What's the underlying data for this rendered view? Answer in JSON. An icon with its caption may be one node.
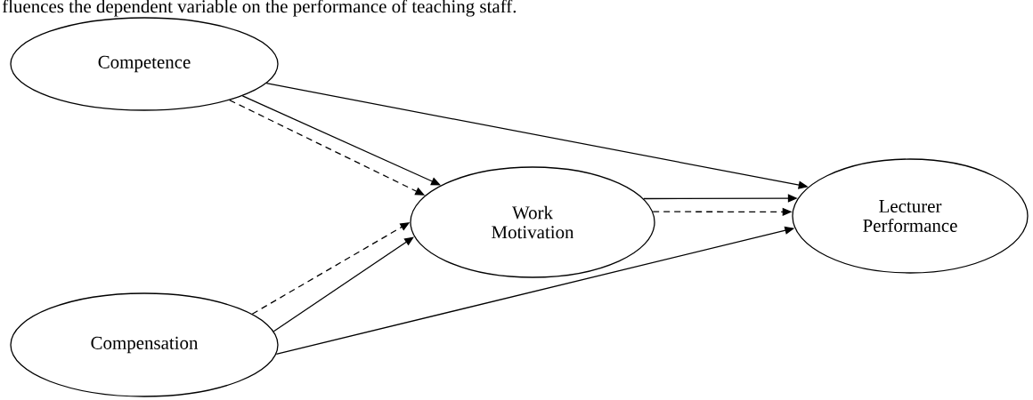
{
  "diagram": {
    "nodes": [
      {
        "text": [
          "Competence"
        ]
      },
      {
        "text": [
          "Work Motivation"
        ]
      },
      {
        "text": [
          "Lecturer Performance"
        ]
      },
      {
        "text": [
          "Compensation"
        ]
      }
    ],
    "edges": [
      {
        "from": 0,
        "to": 1,
        "arrow": "to"
      },
      {
        "from": 0,
        "to": 1,
        "arrow": "to",
        "style": "dashed"
      },
      {
        "from": 0,
        "to": 2,
        "arrow": "to"
      },
      {
        "from": 3,
        "to": 1,
        "arrow": "to",
        "style": "dashed"
      },
      {
        "from": 3,
        "to": 1,
        "arrow": "to"
      },
      {
        "from": 3,
        "to": 2,
        "arrow": "to"
      },
      {
        "from": 1,
        "to": 2,
        "arrow": "to"
      },
      {
        "from": 1,
        "to": 2,
        "arrow": "to",
        "style": "dashed"
      }
    ],
    "labels": [
      "fluences the dependent variable on the performance of teaching staff."
    ]
  }
}
